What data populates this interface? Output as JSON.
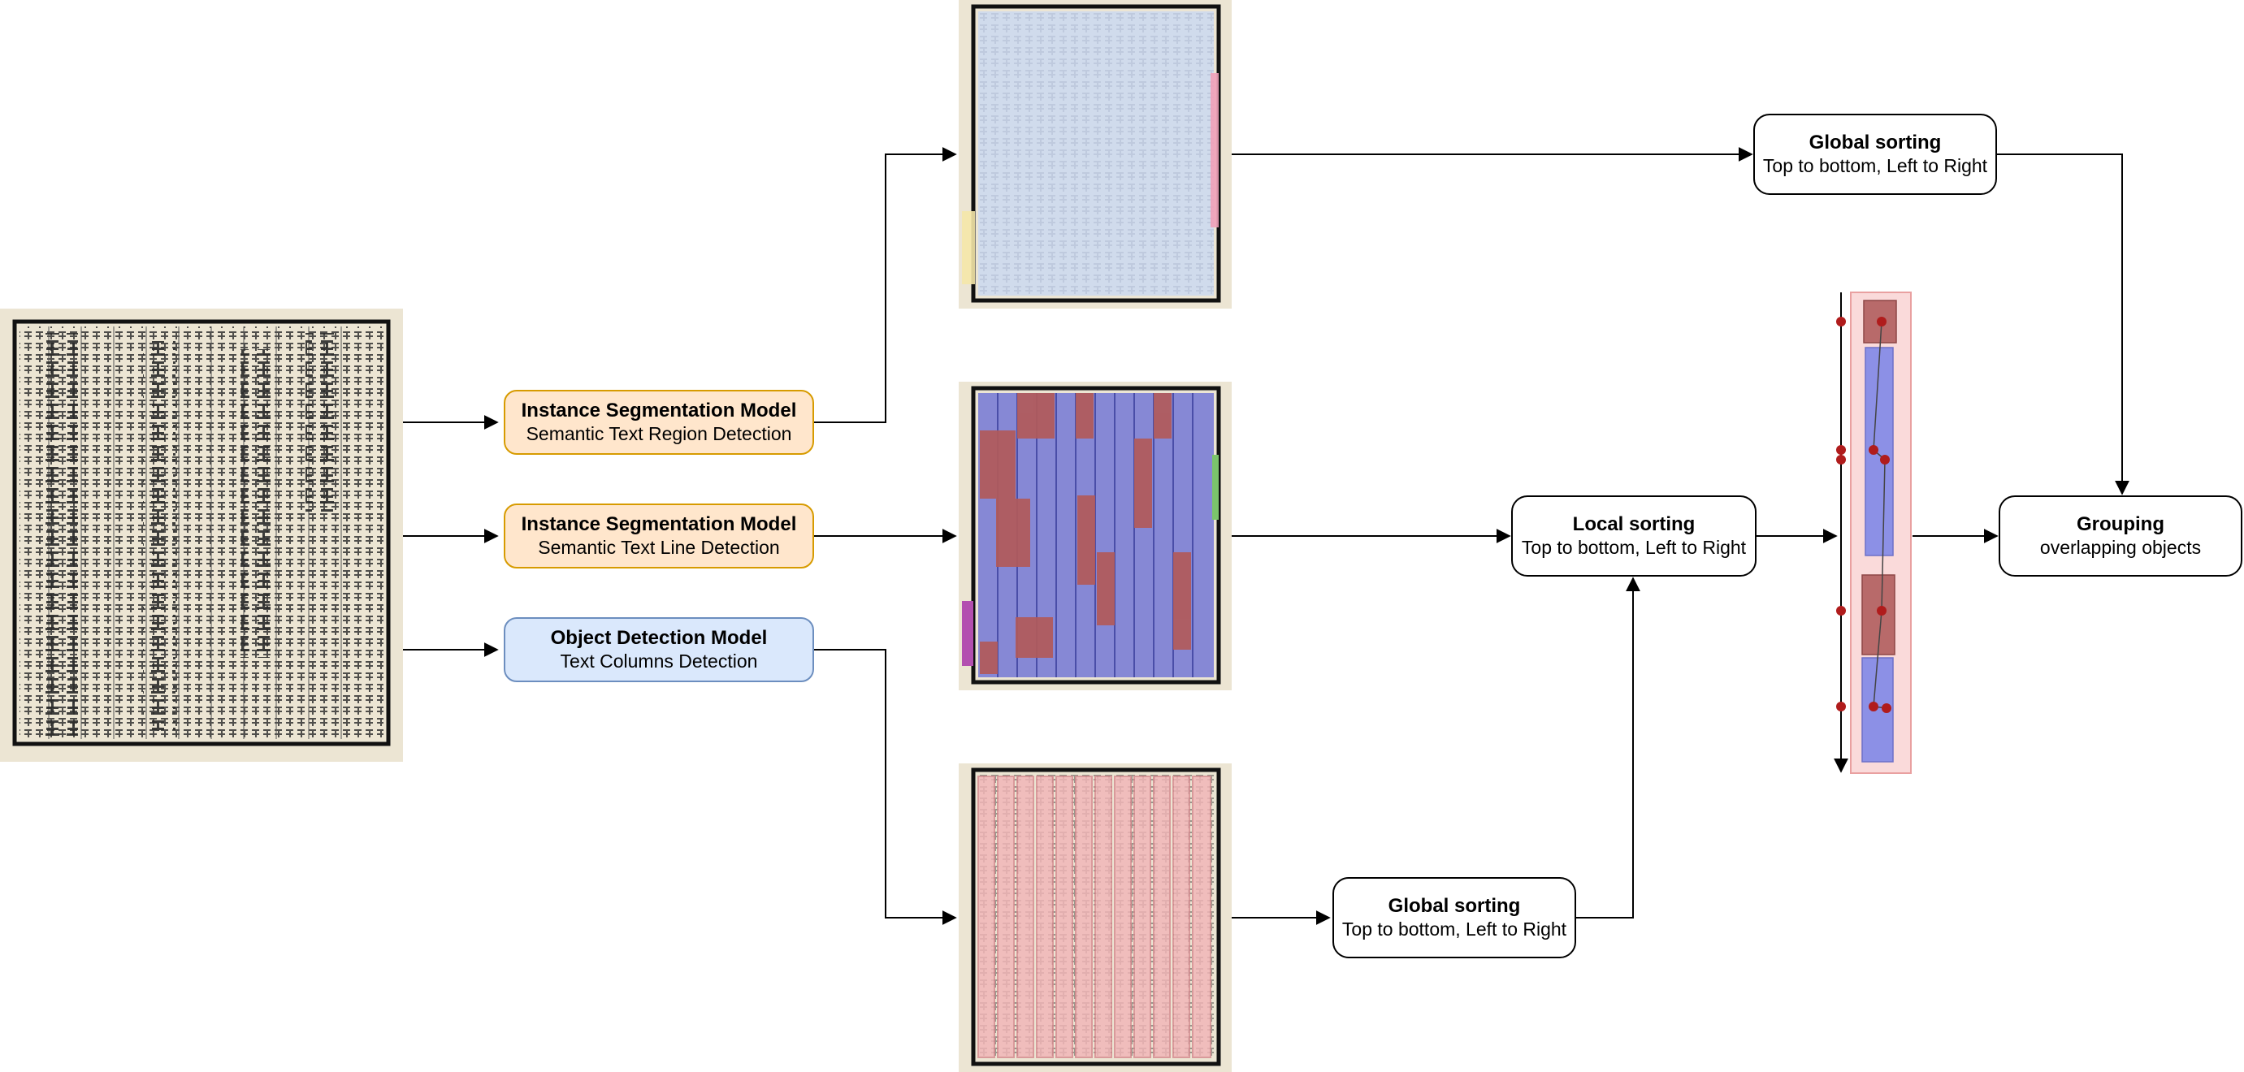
{
  "colors": {
    "model_orange_fill": "#ffe6cc",
    "model_orange_stroke": "#d79b00",
    "model_blue_fill": "#dae8fc",
    "model_blue_stroke": "#6c8ebf",
    "region_overlay": "#c9d8f2",
    "line_overlay": "#6f73d6",
    "line_highlight": "#b25a5a",
    "column_overlay": "#f2b5b8",
    "page_paper": "#e8e0cc",
    "order_point": "#b01c1c"
  },
  "nodes": {
    "input_page": {
      "icon": "book-page-image"
    },
    "model_region": {
      "title": "Instance Segmentation Model",
      "subtitle": "Semantic Text Region Detection"
    },
    "model_line": {
      "title": "Instance Segmentation Model",
      "subtitle": "Semantic Text Line Detection"
    },
    "model_column": {
      "title": "Object Detection Model",
      "subtitle": "Text Columns Detection"
    },
    "global_sort_top": {
      "title": "Global sorting",
      "subtitle": "Top to bottom, Left to Right"
    },
    "local_sort": {
      "title": "Local sorting",
      "subtitle": "Top to bottom, Left to Right"
    },
    "global_sort_bottom": {
      "title": "Global sorting",
      "subtitle": "Top to bottom, Left to Right"
    },
    "grouping": {
      "title": "Grouping",
      "subtitle": "overlapping objects"
    }
  }
}
